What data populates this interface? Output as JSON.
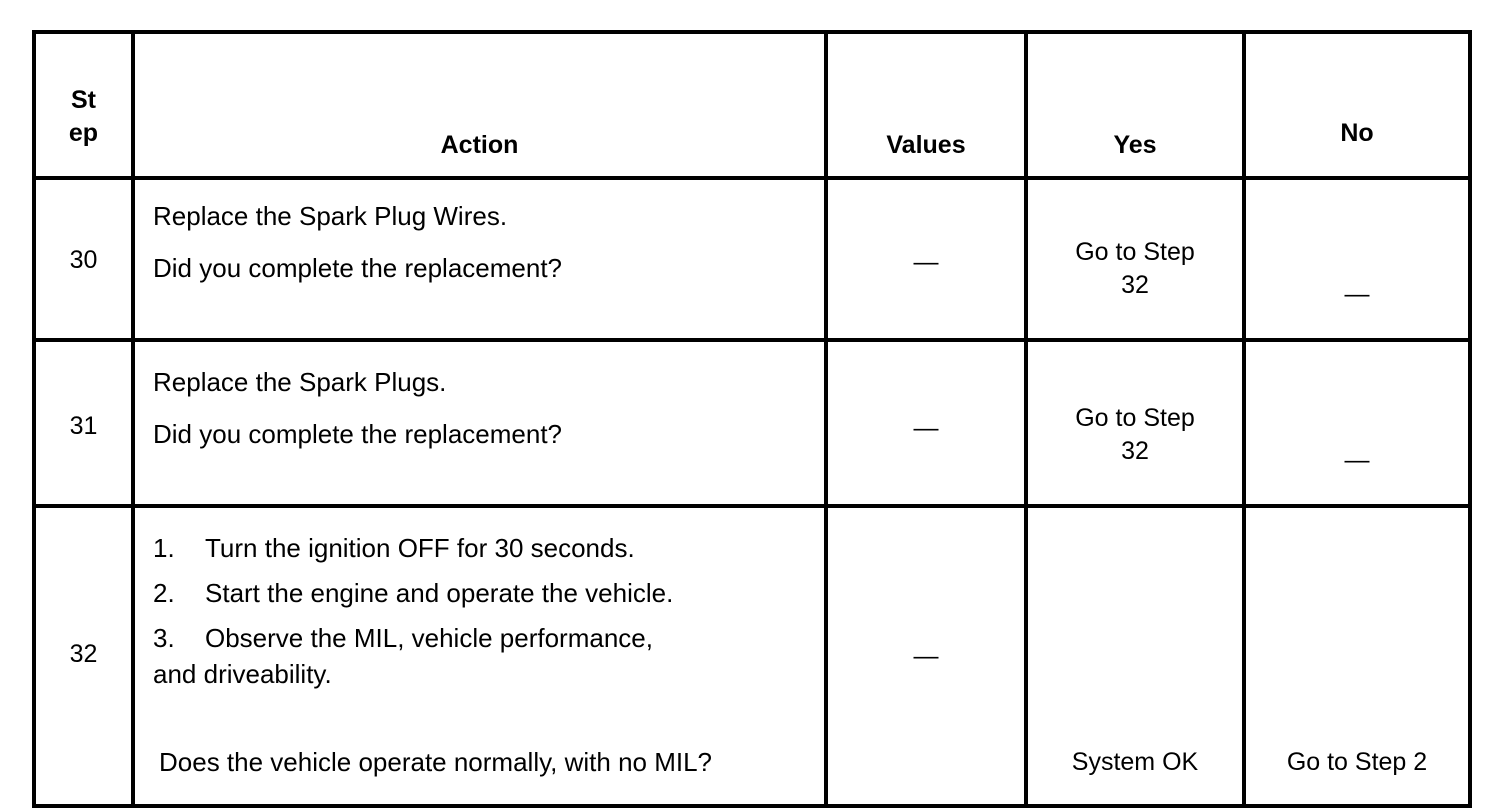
{
  "table": {
    "headers": {
      "step_line1": "St",
      "step_line2": "ep",
      "action": "Action",
      "values": "Values",
      "yes": "Yes",
      "no": "No"
    },
    "rows": [
      {
        "step": "30",
        "action_line1": "Replace the Spark Plug Wires.",
        "action_line2": "Did you complete the replacement?",
        "values": "—",
        "yes_line1": "Go to Step",
        "yes_line2": "32",
        "no": "—"
      },
      {
        "step": "31",
        "action_line1": "Replace the Spark Plugs.",
        "action_line2": "Did you complete the replacement?",
        "values": "—",
        "yes_line1": "Go to Step",
        "yes_line2": "32",
        "no": "—"
      },
      {
        "step": "32",
        "list": [
          {
            "num": "1.",
            "text": "Turn the ignition OFF for 30 seconds."
          },
          {
            "num": "2.",
            "text": "Start the engine and operate the vehicle."
          },
          {
            "num": "3.",
            "text": "Observe the MIL, vehicle performance,"
          }
        ],
        "continuation": "and driveability.",
        "question": "Does the vehicle operate normally, with no MIL?",
        "values": "—",
        "yes": "System OK",
        "no": "Go to Step 2"
      }
    ]
  },
  "colors": {
    "border": "#000000",
    "text": "#000000",
    "background": "#ffffff"
  }
}
